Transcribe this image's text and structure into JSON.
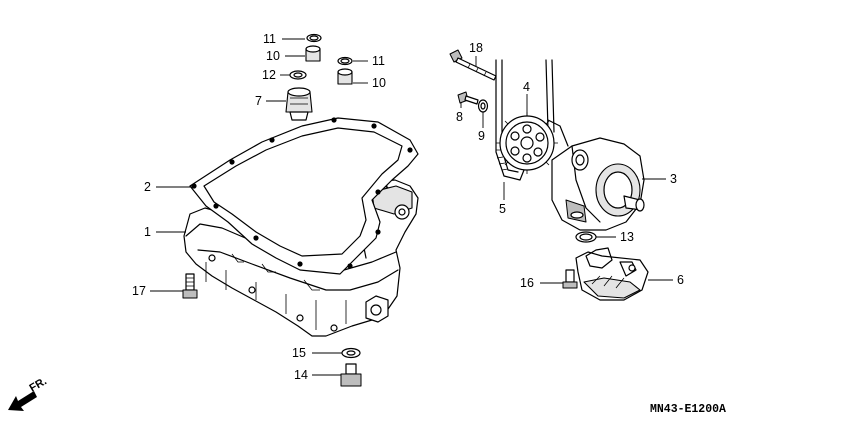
{
  "diagram_code": "MN43-E1200A",
  "direction_label": "FR.",
  "callouts": [
    {
      "id": "c1",
      "number": "1"
    },
    {
      "id": "c2",
      "number": "2"
    },
    {
      "id": "c3",
      "number": "3"
    },
    {
      "id": "c4",
      "number": "4"
    },
    {
      "id": "c5",
      "number": "5"
    },
    {
      "id": "c6",
      "number": "6"
    },
    {
      "id": "c7",
      "number": "7"
    },
    {
      "id": "c8",
      "number": "8"
    },
    {
      "id": "c9",
      "number": "9"
    },
    {
      "id": "c10a",
      "number": "10"
    },
    {
      "id": "c10b",
      "number": "10"
    },
    {
      "id": "c11a",
      "number": "11"
    },
    {
      "id": "c11b",
      "number": "11"
    },
    {
      "id": "c12",
      "number": "12"
    },
    {
      "id": "c13",
      "number": "13"
    },
    {
      "id": "c14",
      "number": "14"
    },
    {
      "id": "c15",
      "number": "15"
    },
    {
      "id": "c16",
      "number": "16"
    },
    {
      "id": "c17",
      "number": "17"
    },
    {
      "id": "c18",
      "number": "18"
    }
  ]
}
